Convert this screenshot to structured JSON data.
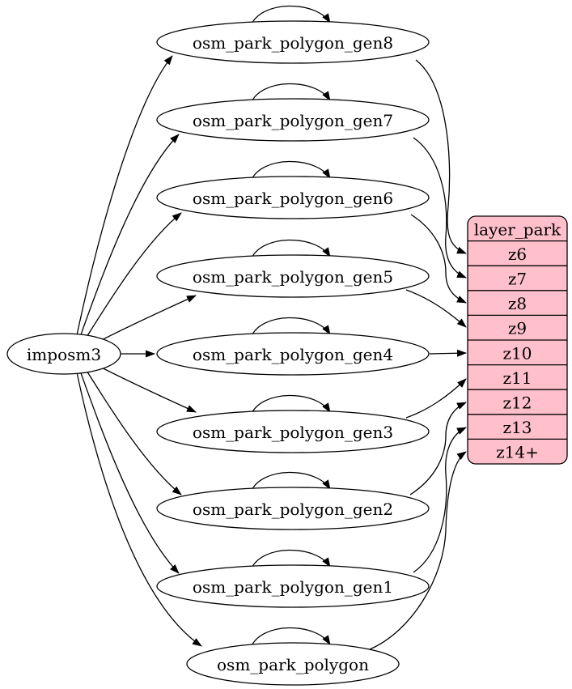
{
  "diagram": {
    "kind": "dependency-graph",
    "source_node": {
      "label": "imposm3"
    },
    "generator_nodes": [
      {
        "label": "osm_park_polygon_gen8",
        "maps_to": "z6",
        "self_loop": true,
        "from_source": true
      },
      {
        "label": "osm_park_polygon_gen7",
        "maps_to": "z7",
        "self_loop": true,
        "from_source": true
      },
      {
        "label": "osm_park_polygon_gen6",
        "maps_to": "z8",
        "self_loop": true,
        "from_source": true
      },
      {
        "label": "osm_park_polygon_gen5",
        "maps_to": "z9",
        "self_loop": true,
        "from_source": true
      },
      {
        "label": "osm_park_polygon_gen4",
        "maps_to": "z10",
        "self_loop": true,
        "from_source": true
      },
      {
        "label": "osm_park_polygon_gen3",
        "maps_to": "z11",
        "self_loop": true,
        "from_source": true
      },
      {
        "label": "osm_park_polygon_gen2",
        "maps_to": "z12",
        "self_loop": true,
        "from_source": true
      },
      {
        "label": "osm_park_polygon_gen1",
        "maps_to": "z13",
        "self_loop": true,
        "from_source": true
      },
      {
        "label": "osm_park_polygon",
        "maps_to": "z14+",
        "self_loop": true,
        "from_source": true
      }
    ],
    "layer_table": {
      "title": "layer_park",
      "rows": [
        "z6",
        "z7",
        "z8",
        "z9",
        "z10",
        "z11",
        "z12",
        "z13",
        "z14+"
      ]
    },
    "colors": {
      "table_fill": "#ffc0cb",
      "node_fill": "#ffffff",
      "stroke": "#000000",
      "text": "#000000"
    }
  }
}
